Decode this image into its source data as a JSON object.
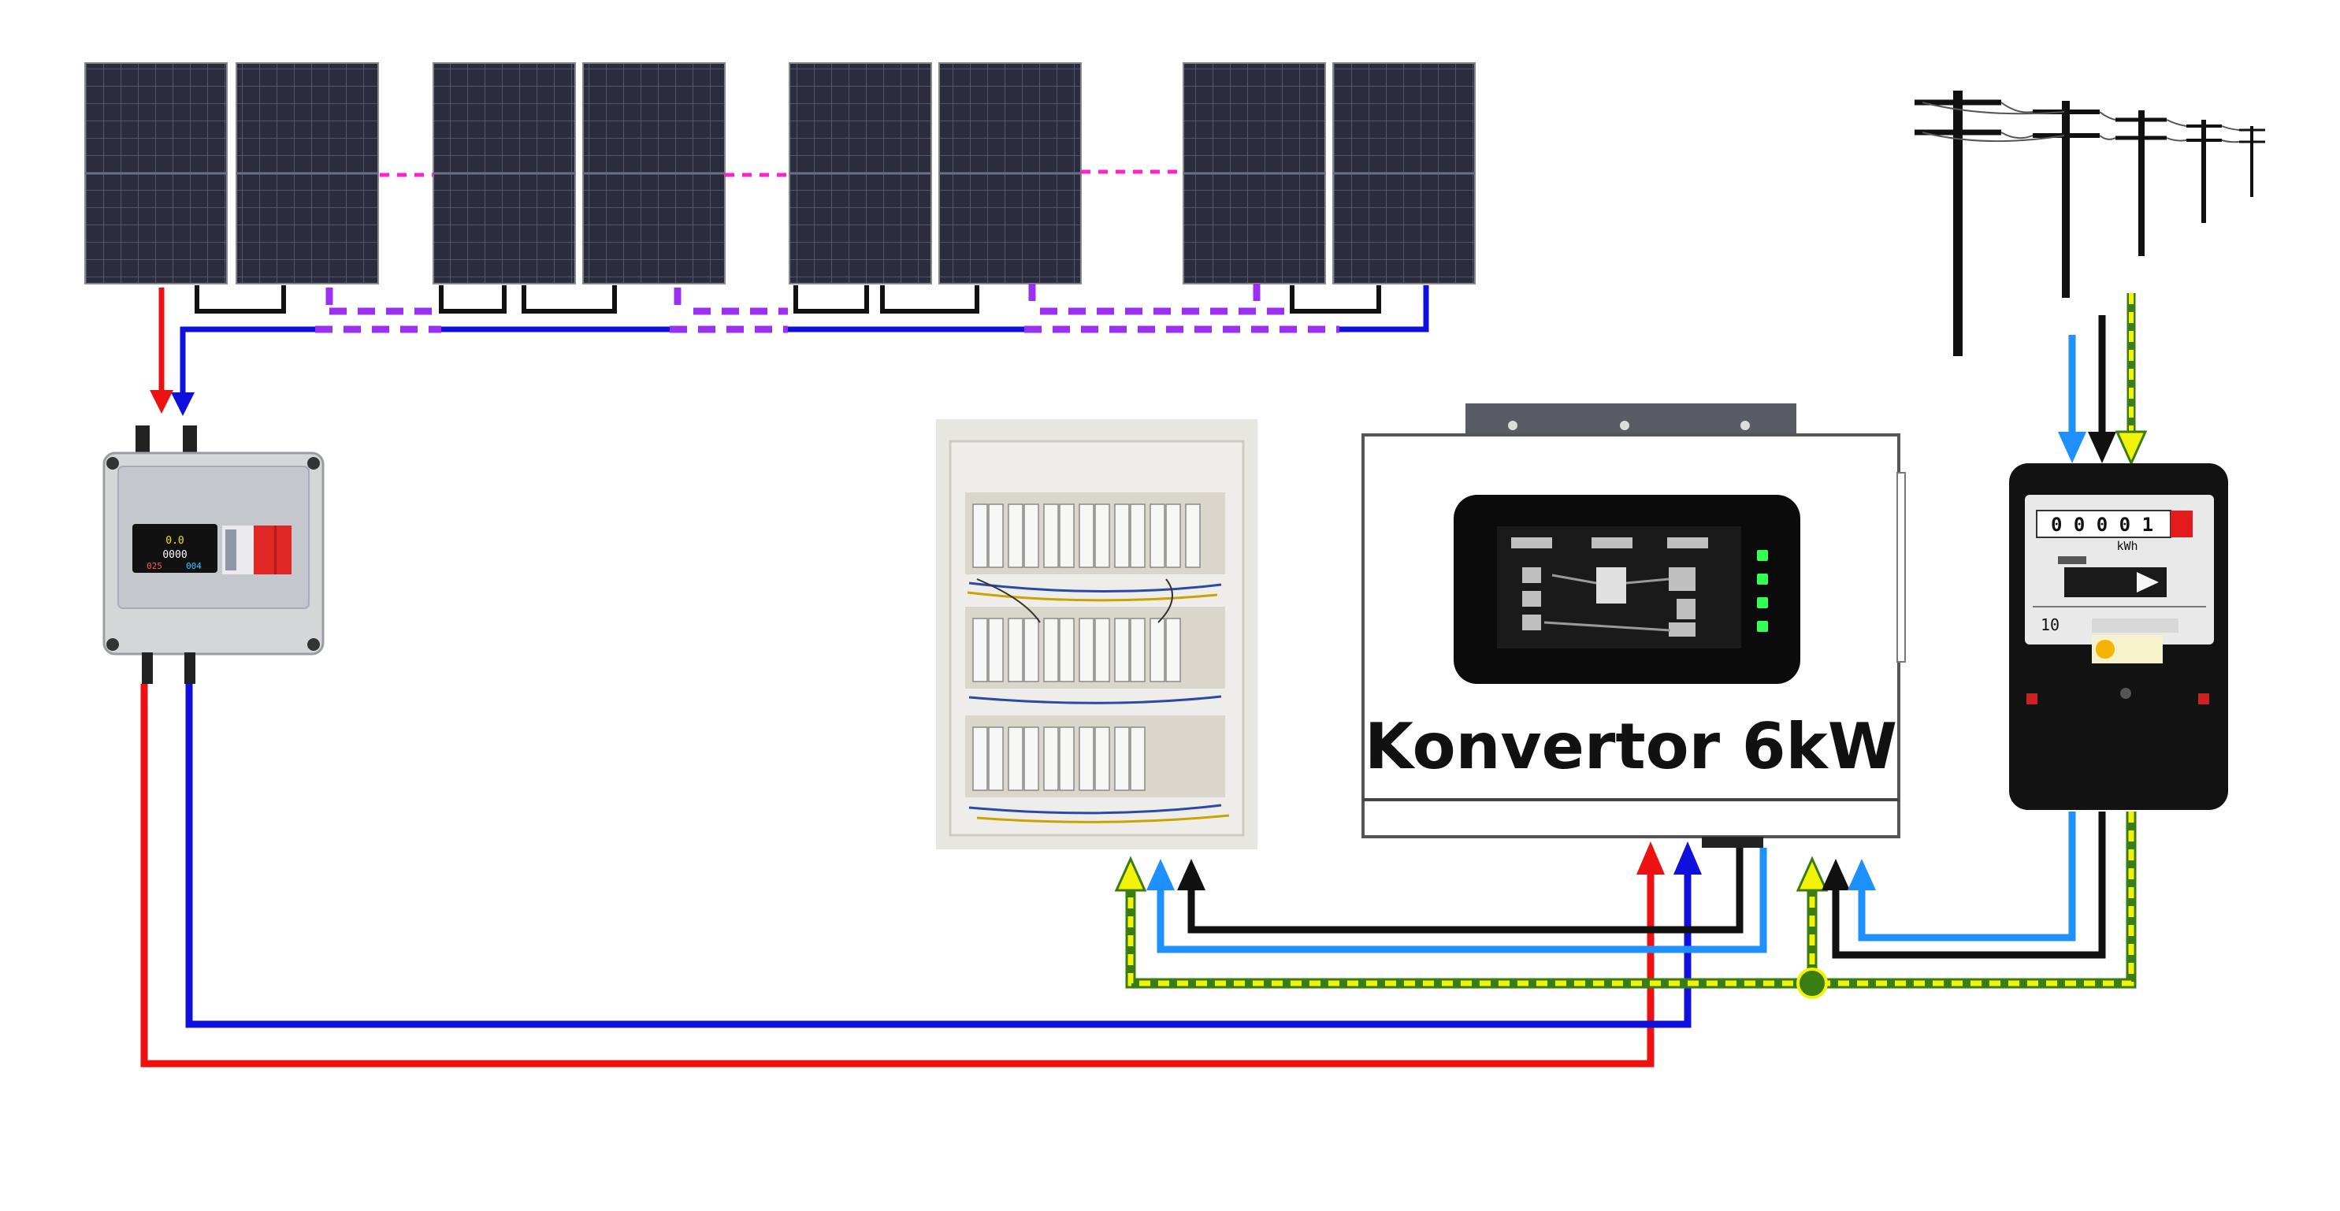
{
  "inverter": {
    "label": "Konvertor 6kW"
  },
  "combiner_box": {
    "display_values": [
      "0.0",
      "0000",
      "025",
      "004"
    ]
  },
  "meter": {
    "counter": "0 0 0 0 1",
    "unit": "kWh",
    "plate_left": "10"
  },
  "colors": {
    "dc_positive": "#ee1111",
    "dc_negative": "#1010dd",
    "ac_phase": "#000000",
    "ac_neutral": "#1e90ff",
    "ac_earth_green": "#3a7d12",
    "ac_earth_yellow": "#f2f20a",
    "string_dashed": "#9b30f0",
    "panel_gap_dashed": "#ff22cc"
  },
  "icons": {
    "solar_panel": "solar-panel-icon",
    "combiner": "dc-combiner-box-icon",
    "distribution_board": "distribution-board-icon",
    "inverter": "inverter-icon",
    "meter": "electricity-meter-icon",
    "grid": "power-line-poles-icon"
  }
}
